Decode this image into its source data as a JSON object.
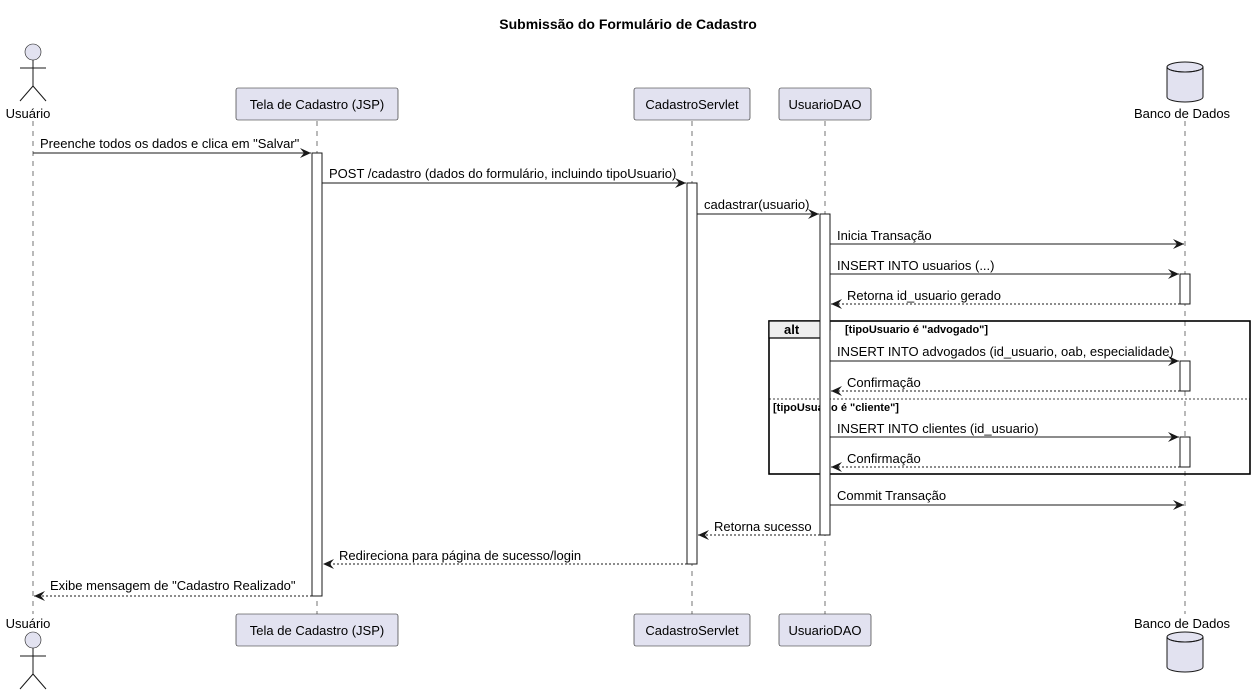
{
  "title": "Submissão do Formulário de Cadastro",
  "participants": [
    {
      "id": "usuario",
      "label": "Usuário",
      "kind": "actor"
    },
    {
      "id": "tela",
      "label": "Tela de Cadastro (JSP)",
      "kind": "participant"
    },
    {
      "id": "servlet",
      "label": "CadastroServlet",
      "kind": "participant"
    },
    {
      "id": "dao",
      "label": "UsuarioDAO",
      "kind": "participant"
    },
    {
      "id": "banco",
      "label": "Banco de Dados",
      "kind": "database"
    }
  ],
  "messages": [
    {
      "from": "usuario",
      "to": "tela",
      "label": "Preenche todos os dados e clica em \"Salvar\"",
      "dashed": false
    },
    {
      "from": "tela",
      "to": "servlet",
      "label": "POST /cadastro (dados do formulário, incluindo tipoUsuario)",
      "dashed": false
    },
    {
      "from": "servlet",
      "to": "dao",
      "label": "cadastrar(usuario)",
      "dashed": false
    },
    {
      "from": "dao",
      "to": "banco",
      "label": "Inicia Transação",
      "dashed": false
    },
    {
      "from": "dao",
      "to": "banco",
      "label": "INSERT INTO usuarios (...)",
      "dashed": false
    },
    {
      "from": "banco",
      "to": "dao",
      "label": "Retorna id_usuario gerado",
      "dashed": true
    },
    {
      "from": "dao",
      "to": "banco",
      "label": "INSERT INTO advogados (id_usuario, oab, especialidade)",
      "dashed": false
    },
    {
      "from": "banco",
      "to": "dao",
      "label": "Confirmação",
      "dashed": true
    },
    {
      "from": "dao",
      "to": "banco",
      "label": "INSERT INTO clientes (id_usuario)",
      "dashed": false
    },
    {
      "from": "banco",
      "to": "dao",
      "label": "Confirmação",
      "dashed": true
    },
    {
      "from": "dao",
      "to": "banco",
      "label": "Commit Transação",
      "dashed": false
    },
    {
      "from": "dao",
      "to": "servlet",
      "label": "Retorna sucesso",
      "dashed": true
    },
    {
      "from": "servlet",
      "to": "tela",
      "label": "Redireciona para página de sucesso/login",
      "dashed": true
    },
    {
      "from": "tela",
      "to": "usuario",
      "label": "Exibe mensagem de \"Cadastro Realizado\"",
      "dashed": true
    }
  ],
  "alt_fragment": {
    "keyword": "alt",
    "condition_1": "[tipoUsuario é \"advogado\"]",
    "condition_2": "[tipoUsuario é \"cliente\"]"
  },
  "colors": {
    "participant_fill": "#E2E2F0",
    "line": "#181818",
    "frame_tab": "#EEEEEE"
  }
}
